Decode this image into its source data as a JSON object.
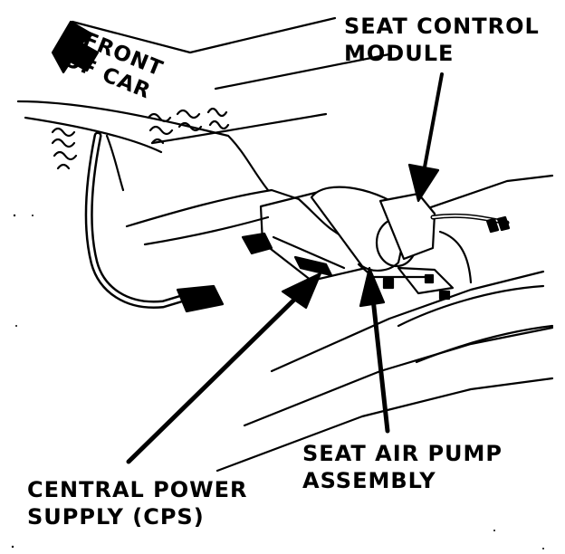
{
  "labels": {
    "front_of_car": [
      "FRONT",
      "OF CAR"
    ],
    "seat_control_module": [
      "SEAT CONTROL",
      "MODULE"
    ],
    "seat_air_pump_assembly": [
      "SEAT AIR PUMP",
      "ASSEMBLY"
    ],
    "central_power_supply": [
      "CENTRAL POWER",
      "SUPPLY (CPS)"
    ]
  },
  "icons": {
    "direction_arrow": "front-direction-arrow-icon"
  },
  "colors": {
    "ink": "#000000",
    "paper": "#ffffff"
  }
}
